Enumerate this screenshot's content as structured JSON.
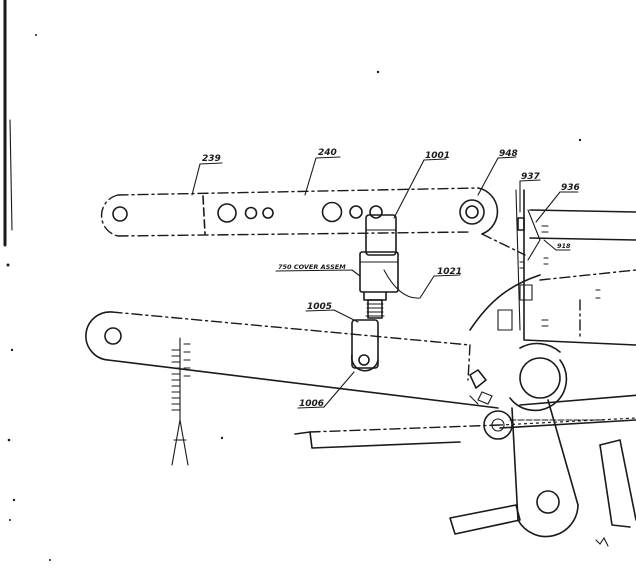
{
  "labels": {
    "l239": "239",
    "l240": "240",
    "l1001": "1001",
    "l948": "948",
    "l937": "937",
    "l936": "936",
    "l918": "918",
    "l1021": "1021",
    "l1005": "1005",
    "l1006": "1006",
    "cover_assembly": "750 COVER ASSEM"
  },
  "colors": {
    "ink": "#1a1a1a",
    "paper": "#ffffff"
  }
}
